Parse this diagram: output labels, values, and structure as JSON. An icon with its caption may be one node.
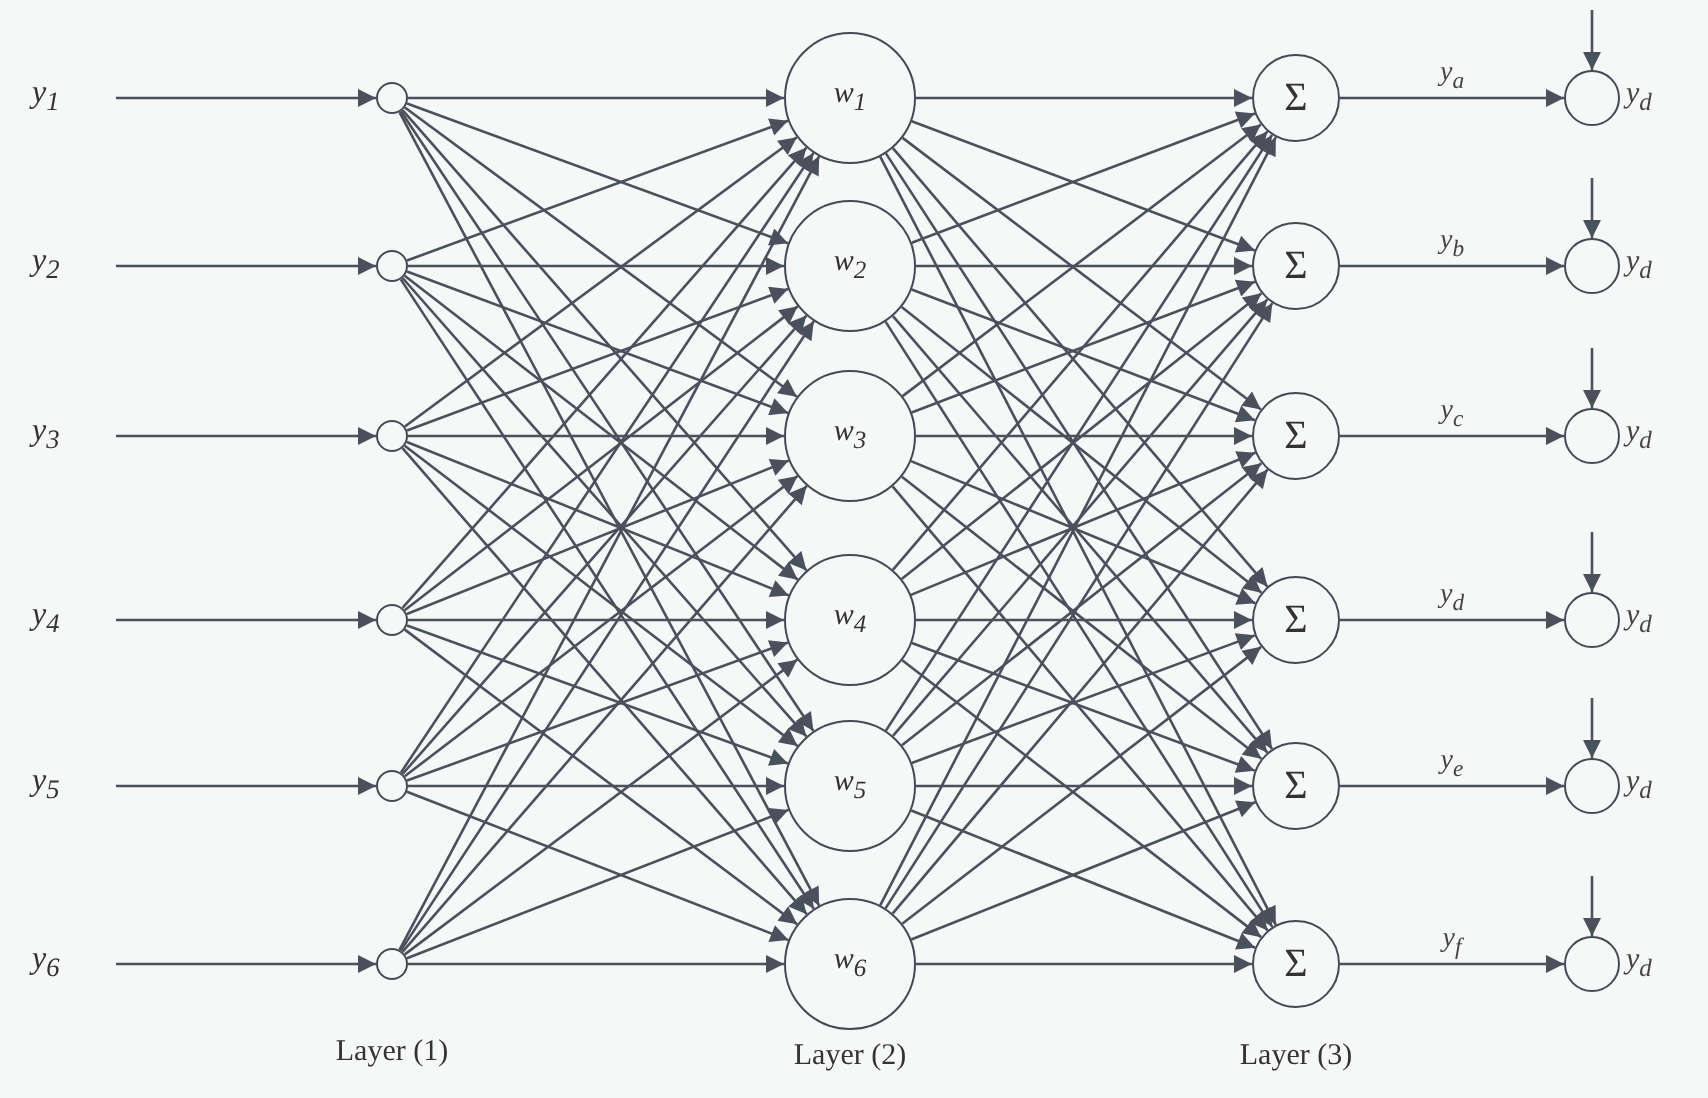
{
  "diagram": {
    "nodes": [
      {
        "text": [
          "y$_{1}$"
        ]
      },
      {
        "text": [
          "y$_{2}$"
        ]
      },
      {
        "text": [
          "y$_{3}$"
        ]
      },
      {
        "text": [
          "y$_{4}$"
        ]
      },
      {
        "text": [
          "y$_{5}$"
        ]
      },
      {
        "text": [
          "y$_{6}$"
        ]
      },
      {
        "text": [],
        "shape": "circle"
      },
      {
        "text": [],
        "shape": "circle"
      },
      {
        "text": [],
        "shape": "circle"
      },
      {
        "text": [],
        "shape": "circle"
      },
      {
        "text": [],
        "shape": "circle"
      },
      {
        "text": [],
        "shape": "circle"
      },
      {
        "text": [
          "w$_{1}$"
        ]
      },
      {
        "text": [
          "w$_{2}$"
        ]
      },
      {
        "text": [
          "w$_{3}$"
        ]
      },
      {
        "text": [
          "w$_{4}$"
        ]
      },
      {
        "text": [
          "w$_{5}$"
        ]
      },
      {
        "text": [
          "w$_{6}$"
        ]
      },
      {
        "text": [
          "Σ"
        ]
      },
      {
        "text": [
          "Σ"
        ]
      },
      {
        "text": [
          "Σ"
        ]
      },
      {
        "text": [
          "Σ"
        ]
      },
      {
        "text": [
          "Σ"
        ]
      },
      {
        "text": [
          "Σ"
        ]
      },
      {
        "text": [],
        "shape": "circle",
        "beside": [
          "y$_{d}$"
        ]
      },
      {
        "text": [],
        "shape": "circle",
        "beside": [
          "y$_{d}$"
        ]
      },
      {
        "text": [],
        "shape": "circle",
        "beside": [
          "y$_{d}$"
        ]
      },
      {
        "text": [],
        "shape": "circle",
        "beside": [
          "y$_{d}$"
        ]
      },
      {
        "text": [],
        "shape": "circle",
        "beside": [
          "y$_{d}$"
        ]
      },
      {
        "text": [],
        "shape": "circle",
        "beside": [
          "y$_{d}$"
        ]
      }
    ],
    "edges": [
      {
        "from": 0,
        "to": 6,
        "arrow": "to"
      },
      {
        "from": 1,
        "to": 7,
        "arrow": "to"
      },
      {
        "from": 2,
        "to": 8,
        "arrow": "to"
      },
      {
        "from": 3,
        "to": 9,
        "arrow": "to"
      },
      {
        "from": 4,
        "to": 10,
        "arrow": "to"
      },
      {
        "from": 5,
        "to": 11,
        "arrow": "to"
      },
      {
        "from": 6,
        "to": 12,
        "arrow": "to"
      },
      {
        "from": 6,
        "to": 13,
        "arrow": "to"
      },
      {
        "from": 6,
        "to": 14,
        "arrow": "to"
      },
      {
        "from": 6,
        "to": 15,
        "arrow": "to"
      },
      {
        "from": 6,
        "to": 16,
        "arrow": "to"
      },
      {
        "from": 6,
        "to": 17,
        "arrow": "to"
      },
      {
        "from": 7,
        "to": 12,
        "arrow": "to"
      },
      {
        "from": 7,
        "to": 13,
        "arrow": "to"
      },
      {
        "from": 7,
        "to": 14,
        "arrow": "to"
      },
      {
        "from": 7,
        "to": 15,
        "arrow": "to"
      },
      {
        "from": 7,
        "to": 16,
        "arrow": "to"
      },
      {
        "from": 7,
        "to": 17,
        "arrow": "to"
      },
      {
        "from": 8,
        "to": 12,
        "arrow": "to"
      },
      {
        "from": 8,
        "to": 13,
        "arrow": "to"
      },
      {
        "from": 8,
        "to": 14,
        "arrow": "to"
      },
      {
        "from": 8,
        "to": 15,
        "arrow": "to"
      },
      {
        "from": 8,
        "to": 16,
        "arrow": "to"
      },
      {
        "from": 8,
        "to": 17,
        "arrow": "to"
      },
      {
        "from": 9,
        "to": 12,
        "arrow": "to"
      },
      {
        "from": 9,
        "to": 13,
        "arrow": "to"
      },
      {
        "from": 9,
        "to": 14,
        "arrow": "to"
      },
      {
        "from": 9,
        "to": 15,
        "arrow": "to"
      },
      {
        "from": 9,
        "to": 16,
        "arrow": "to"
      },
      {
        "from": 9,
        "to": 17,
        "arrow": "to"
      },
      {
        "from": 10,
        "to": 12,
        "arrow": "to"
      },
      {
        "from": 10,
        "to": 13,
        "arrow": "to"
      },
      {
        "from": 10,
        "to": 14,
        "arrow": "to"
      },
      {
        "from": 10,
        "to": 15,
        "arrow": "to"
      },
      {
        "from": 10,
        "to": 16,
        "arrow": "to"
      },
      {
        "from": 10,
        "to": 17,
        "arrow": "to"
      },
      {
        "from": 11,
        "to": 12,
        "arrow": "to"
      },
      {
        "from": 11,
        "to": 13,
        "arrow": "to"
      },
      {
        "from": 11,
        "to": 14,
        "arrow": "to"
      },
      {
        "from": 11,
        "to": 15,
        "arrow": "to"
      },
      {
        "from": 11,
        "to": 16,
        "arrow": "to"
      },
      {
        "from": 11,
        "to": 17,
        "arrow": "to"
      },
      {
        "from": 12,
        "to": 18,
        "arrow": "to"
      },
      {
        "from": 12,
        "to": 19,
        "arrow": "to"
      },
      {
        "from": 12,
        "to": 20,
        "arrow": "to"
      },
      {
        "from": 12,
        "to": 21,
        "arrow": "to"
      },
      {
        "from": 12,
        "to": 22,
        "arrow": "to"
      },
      {
        "from": 12,
        "to": 23,
        "arrow": "to"
      },
      {
        "from": 13,
        "to": 18,
        "arrow": "to"
      },
      {
        "from": 13,
        "to": 19,
        "arrow": "to"
      },
      {
        "from": 13,
        "to": 20,
        "arrow": "to"
      },
      {
        "from": 13,
        "to": 21,
        "arrow": "to"
      },
      {
        "from": 13,
        "to": 22,
        "arrow": "to"
      },
      {
        "from": 13,
        "to": 23,
        "arrow": "to"
      },
      {
        "from": 14,
        "to": 18,
        "arrow": "to"
      },
      {
        "from": 14,
        "to": 19,
        "arrow": "to"
      },
      {
        "from": 14,
        "to": 20,
        "arrow": "to"
      },
      {
        "from": 14,
        "to": 21,
        "arrow": "to"
      },
      {
        "from": 14,
        "to": 22,
        "arrow": "to"
      },
      {
        "from": 14,
        "to": 23,
        "arrow": "to"
      },
      {
        "from": 15,
        "to": 18,
        "arrow": "to"
      },
      {
        "from": 15,
        "to": 19,
        "arrow": "to"
      },
      {
        "from": 15,
        "to": 20,
        "arrow": "to"
      },
      {
        "from": 15,
        "to": 21,
        "arrow": "to"
      },
      {
        "from": 15,
        "to": 22,
        "arrow": "to"
      },
      {
        "from": 15,
        "to": 23,
        "arrow": "to"
      },
      {
        "from": 16,
        "to": 18,
        "arrow": "to"
      },
      {
        "from": 16,
        "to": 19,
        "arrow": "to"
      },
      {
        "from": 16,
        "to": 20,
        "arrow": "to"
      },
      {
        "from": 16,
        "to": 21,
        "arrow": "to"
      },
      {
        "from": 16,
        "to": 22,
        "arrow": "to"
      },
      {
        "from": 16,
        "to": 23,
        "arrow": "to"
      },
      {
        "from": 17,
        "to": 18,
        "arrow": "to"
      },
      {
        "from": 17,
        "to": 19,
        "arrow": "to"
      },
      {
        "from": 17,
        "to": 20,
        "arrow": "to"
      },
      {
        "from": 17,
        "to": 21,
        "arrow": "to"
      },
      {
        "from": 17,
        "to": 22,
        "arrow": "to"
      },
      {
        "from": 17,
        "to": 23,
        "arrow": "to"
      },
      {
        "from": 18,
        "to": 24,
        "arrow": "to",
        "label": "y$_{a}$"
      },
      {
        "from": 19,
        "to": 25,
        "arrow": "to",
        "label": "y$_{b}$"
      },
      {
        "from": 20,
        "to": 26,
        "arrow": "to",
        "label": "y$_{c}$"
      },
      {
        "from": 21,
        "to": 27,
        "arrow": "to",
        "label": "y$_{d}$"
      },
      {
        "from": 22,
        "to": 28,
        "arrow": "to",
        "label": "y$_{e}$"
      },
      {
        "from": 23,
        "to": 29,
        "arrow": "to",
        "label": "y$_{f}$"
      },
      {
        "from": null,
        "to": 24,
        "arrow": "to"
      },
      {
        "from": null,
        "to": 25,
        "arrow": "to"
      },
      {
        "from": null,
        "to": 26,
        "arrow": "to"
      },
      {
        "from": null,
        "to": 27,
        "arrow": "to"
      },
      {
        "from": null,
        "to": 28,
        "arrow": "to"
      },
      {
        "from": null,
        "to": 29,
        "arrow": "to"
      }
    ],
    "labels": [
      "Layer (1)",
      "Layer (2)",
      "Layer (3)"
    ]
  }
}
